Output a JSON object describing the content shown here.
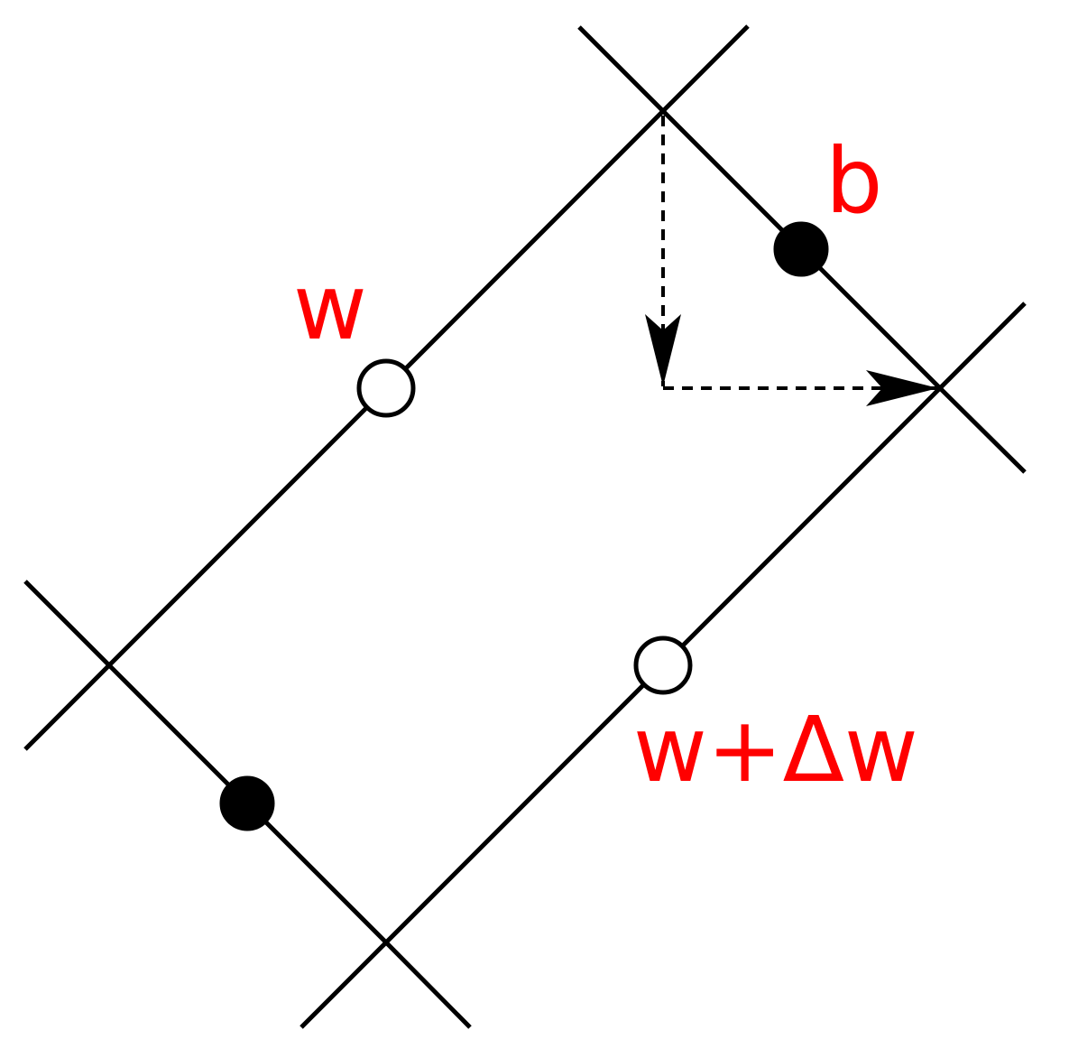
{
  "labels": {
    "w": "w",
    "b": "b",
    "w_plus_delta_w": "w+Δw"
  },
  "colors": {
    "line": "#000000",
    "label": "#ff0000",
    "open_dot_fill": "#ffffff",
    "filled_dot_fill": "#000000"
  }
}
